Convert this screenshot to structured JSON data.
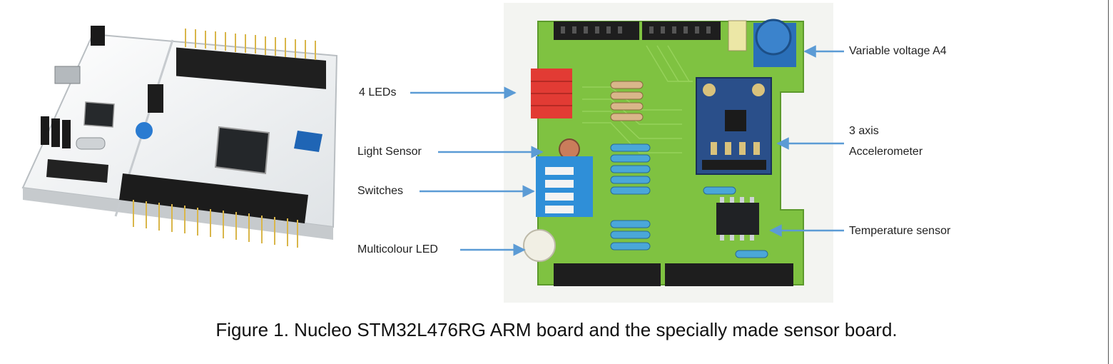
{
  "callouts": {
    "leds": "4 LEDs",
    "light_sensor": "Light Sensor",
    "switches": "Switches",
    "multicolour_led": "Multicolour LED",
    "variable_voltage": "Variable voltage A4",
    "accelerometer_line1": "3 axis",
    "accelerometer_line2": "Accelerometer",
    "temperature_sensor": "Temperature sensor"
  },
  "caption": "Figure 1. Nucleo STM32L476RG ARM board and the specially made sensor board.",
  "colors": {
    "arrow": "#5b9bd5",
    "pcb_green": "#7fc241",
    "nucleo_board": "#f2f4f5",
    "header_black": "#1d1d1d",
    "led_red": "#e23b34",
    "pot_blue": "#2a6fb8",
    "dip_blue": "#2f8fd8",
    "chip_black": "#202225",
    "accel_blue": "#2a4f8a"
  }
}
